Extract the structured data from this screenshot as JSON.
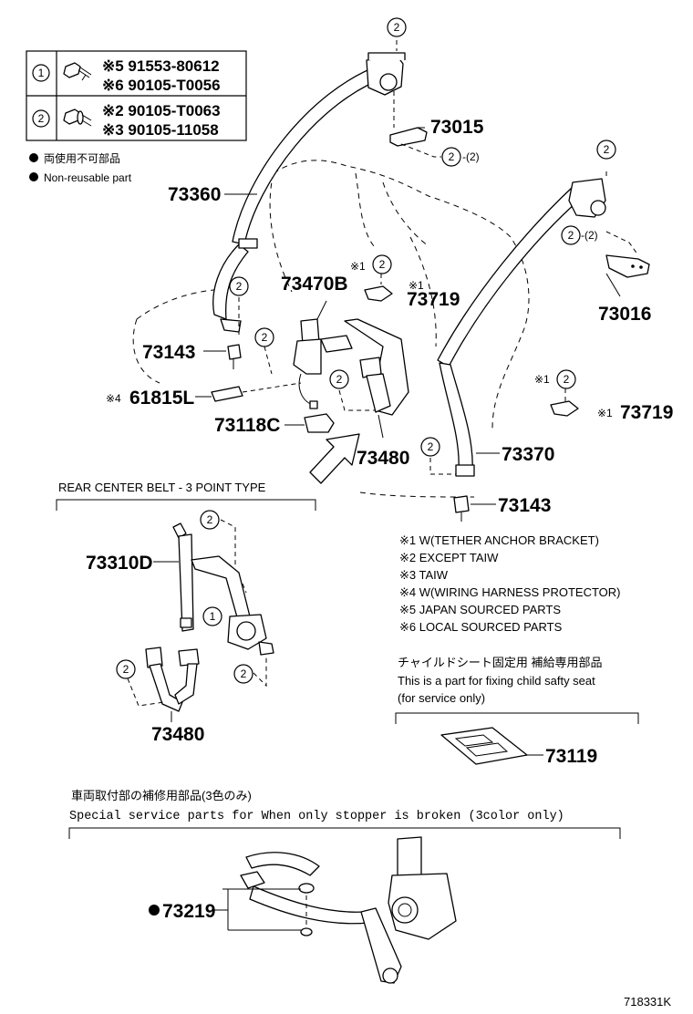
{
  "legend_table": {
    "rows": [
      {
        "callout": "1",
        "lines": [
          "※5 91553-80612",
          "※6 90105-T0056"
        ]
      },
      {
        "callout": "2",
        "lines": [
          "※2  90105-T0063",
          "※3  90105-11058"
        ]
      }
    ]
  },
  "legend_nonreusable": [
    "両使用不可部品",
    "Non-reusable part"
  ],
  "part_numbers": {
    "p73360": "73360",
    "p73015": "73015",
    "p73470B": "73470B",
    "p73719_a": "73719",
    "p73016": "73016",
    "p73143_a": "73143",
    "p61815L": "61815L",
    "p73118C": "73118C",
    "p73480_a": "73480",
    "p73719_b": "73719",
    "p73370": "73370",
    "p73143_b": "73143",
    "p73310D": "73310D",
    "p73480_b": "73480",
    "p73119": "73119",
    "p73219": "73219"
  },
  "prefixes": {
    "x4": "※4",
    "x1_a": "※1",
    "x1_b": "※1",
    "x1_c": "※1",
    "x1_d": "※1",
    "qty2_a": "-(2)",
    "qty2_b": "-(2)"
  },
  "callout_values": {
    "one": "1",
    "two": "2"
  },
  "rear_center_title": "REAR CENTER BELT - 3 POINT TYPE",
  "footnotes": [
    "※1 W(TETHER ANCHOR BRACKET)",
    "※2 EXCEPT TAIW",
    "※3 TAIW",
    "※4 W(WIRING HARNESS PROTECTOR)",
    "※5 JAPAN SOURCED PARTS",
    "※6 LOCAL SOURCED PARTS"
  ],
  "child_seat_note": [
    "チャイルドシート固定用  補給専用部品",
    "This is a part for fixing child safty seat",
    "(for service only)"
  ],
  "stopper_note": [
    "車両取付部の補修用部品(3色のみ)",
    "Special   service   parts   for   When   only   stopper   is   broken   (3color   only)"
  ],
  "bullet": "●",
  "diagram_id": "718331K"
}
